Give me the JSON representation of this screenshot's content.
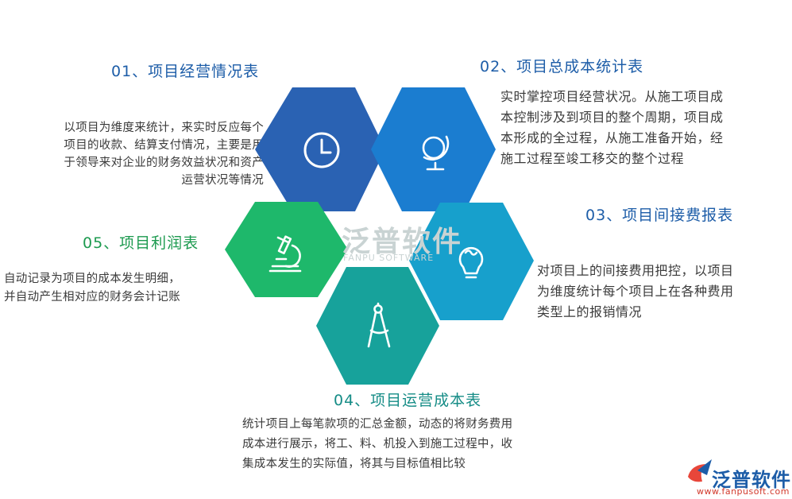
{
  "colors": {
    "hex1": "#2a62b3",
    "hex2": "#1b7dd0",
    "hex3": "#17a0cc",
    "hex4": "#17a29b",
    "hex5": "#1eb86b",
    "title_blue": "#1d5da8",
    "title_teal": "#158c86",
    "title_green": "#1c9a4f"
  },
  "items": [
    {
      "title": "01、项目经营情况表",
      "icon": "clock-icon",
      "desc": [
        "以项目为维度来统计，来实时反应每个",
        "项目的收款、结算支付情况，主要是用",
        "于领导来对企业的财务效益状况和资产",
        "运营状况等情况"
      ]
    },
    {
      "title": "02、项目总成本统计表",
      "icon": "globe-icon",
      "desc": [
        "实时掌控项目经营状况。从施工项目成",
        "本控制涉及到项目的整个周期，项目成",
        "本形成的全过程，从施工准备开始，经",
        "施工过程至竣工移交的整个过程"
      ]
    },
    {
      "title": "03、项目间接费报表",
      "icon": "lightbulb-icon",
      "desc": [
        "对项目上的间接费用把控，以项目",
        "为维度统计每个项目上在各种费用",
        "类型上的报销情况"
      ]
    },
    {
      "title": "04、项目运营成本表",
      "icon": "compass-icon",
      "desc": [
        "统计项目上每笔款项的汇总金额，动态的将财务费用",
        "成本进行展示，将工、料、机投入到施工过程中，收",
        "集成本发生的实际值，将其与目标值相比较"
      ]
    },
    {
      "title": "05、项目利润表",
      "icon": "microscope-icon",
      "desc": [
        "自动记录为项目的成本发生明细，",
        "并自动产生相对应的财务会计记账"
      ]
    }
  ],
  "watermark": {
    "name": "泛普软件",
    "sub": "FANPU SOFTWARE"
  },
  "logo": {
    "name": "泛普软件",
    "url": "www.fanpusoft.com"
  }
}
